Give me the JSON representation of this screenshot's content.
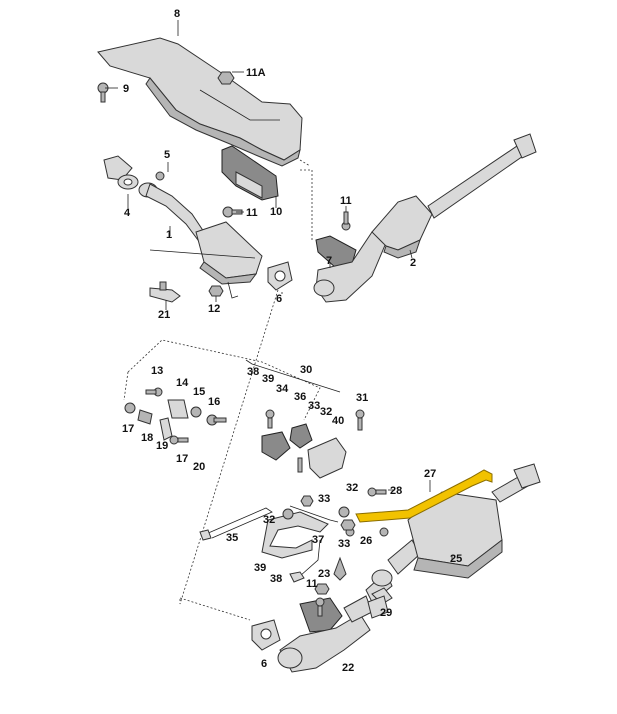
{
  "diagram": {
    "labels": {
      "l1": "1",
      "l2": "2",
      "l4": "4",
      "l5": "5",
      "l6a": "6",
      "l6b": "6",
      "l7": "7",
      "l8": "8",
      "l9": "9",
      "l10": "10",
      "l11a": "11",
      "l11b": "11",
      "l11c": "11",
      "l11A": "11A",
      "l12": "12",
      "l13": "13",
      "l14": "14",
      "l15": "15",
      "l16": "16",
      "l17a": "17",
      "l17b": "17",
      "l18": "18",
      "l19": "19",
      "l20": "20",
      "l21": "21",
      "l22": "22",
      "l23": "23",
      "l25": "25",
      "l26": "26",
      "l27": "27",
      "l28": "28",
      "l29": "29",
      "l30": "30",
      "l31": "31",
      "l32a": "32",
      "l32b": "32",
      "l32c": "32",
      "l33a": "33",
      "l33b": "33",
      "l33c": "33",
      "l34": "34",
      "l35": "35",
      "l36": "36",
      "l37": "37",
      "l38a": "38",
      "l38b": "38",
      "l39a": "39",
      "l39b": "39",
      "l40": "40"
    },
    "highlight_color": "#f2c200"
  }
}
